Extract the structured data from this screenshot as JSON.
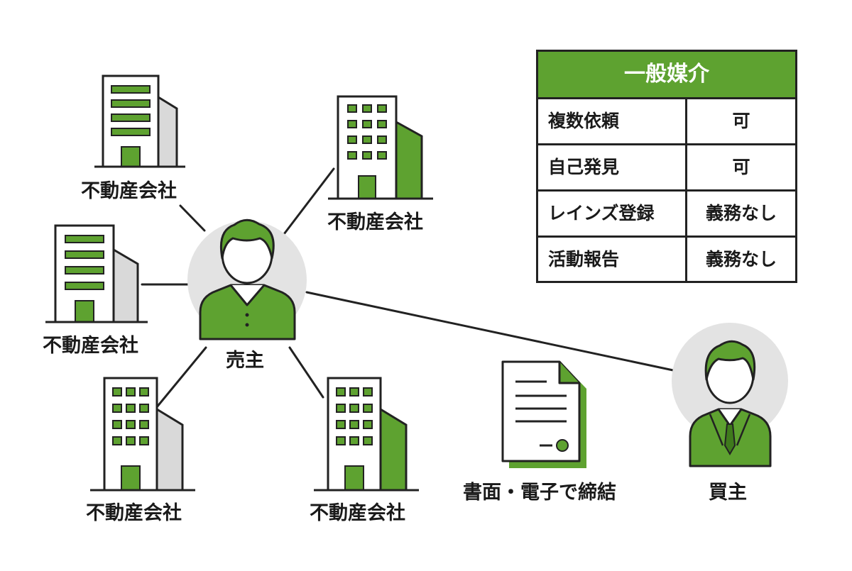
{
  "colors": {
    "green": "#5ea230",
    "outline": "#222222",
    "gray": "#d9d9d9",
    "circle": "#e3e3e3"
  },
  "buildings": [
    {
      "id": "b1",
      "label": "不動産会社",
      "style": "stripes"
    },
    {
      "id": "b2",
      "label": "不動産会社",
      "style": "windows"
    },
    {
      "id": "b3",
      "label": "不動産会社",
      "style": "stripes"
    },
    {
      "id": "b4",
      "label": "不動産会社",
      "style": "windows"
    },
    {
      "id": "b5",
      "label": "不動産会社",
      "style": "windows"
    }
  ],
  "seller": {
    "label": "売主",
    "icon": "seller-person-icon"
  },
  "buyer": {
    "label": "買主",
    "icon": "buyer-person-icon"
  },
  "document": {
    "label": "書面・電子で締結",
    "icon": "contract-document-icon"
  },
  "table": {
    "title": "一般媒介",
    "rows": [
      {
        "key": "複数依頼",
        "value": "可"
      },
      {
        "key": "自己発見",
        "value": "可"
      },
      {
        "key": "レインズ登録",
        "value": "義務なし"
      },
      {
        "key": "活動報告",
        "value": "義務なし"
      }
    ]
  }
}
